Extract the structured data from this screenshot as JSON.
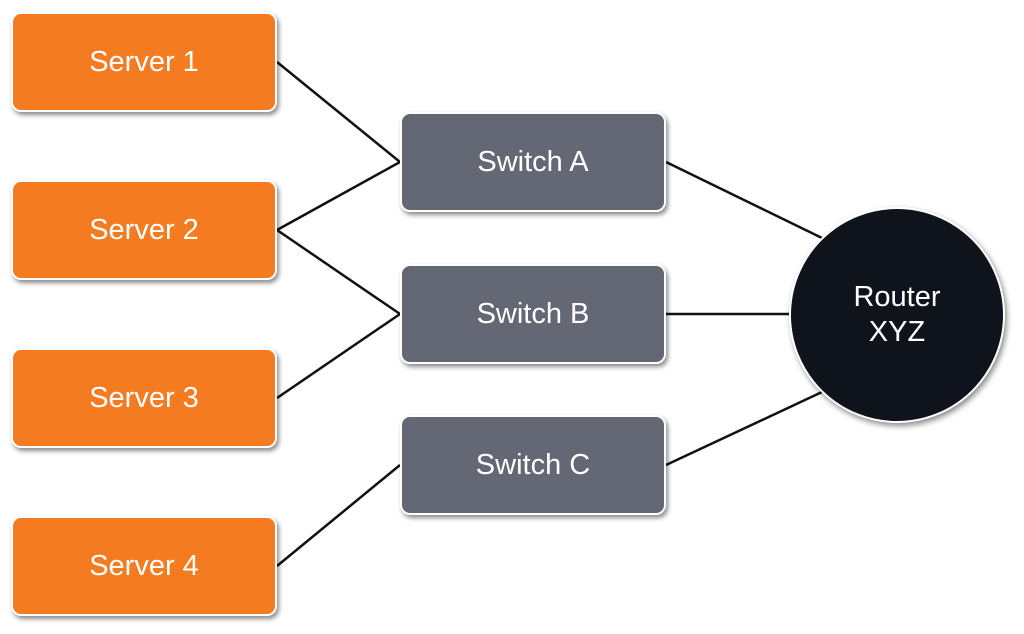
{
  "servers": [
    {
      "label": "Server 1"
    },
    {
      "label": "Server 2"
    },
    {
      "label": "Server 3"
    },
    {
      "label": "Server 4"
    }
  ],
  "switches": [
    {
      "label": "Switch A"
    },
    {
      "label": "Switch B"
    },
    {
      "label": "Switch C"
    }
  ],
  "router": {
    "label_line1": "Router",
    "label_line2": "XYZ"
  },
  "connections": [
    {
      "from": "Server 1",
      "to": "Switch A"
    },
    {
      "from": "Server 2",
      "to": "Switch A"
    },
    {
      "from": "Server 2",
      "to": "Switch B"
    },
    {
      "from": "Server 3",
      "to": "Switch B"
    },
    {
      "from": "Server 4",
      "to": "Switch C"
    },
    {
      "from": "Switch A",
      "to": "Router XYZ"
    },
    {
      "from": "Switch B",
      "to": "Router XYZ"
    },
    {
      "from": "Switch C",
      "to": "Router XYZ"
    }
  ],
  "colors": {
    "server": "#f47b20",
    "switch": "#636874",
    "router": "#0e131c",
    "text": "#ffffff",
    "link": "#111111"
  }
}
